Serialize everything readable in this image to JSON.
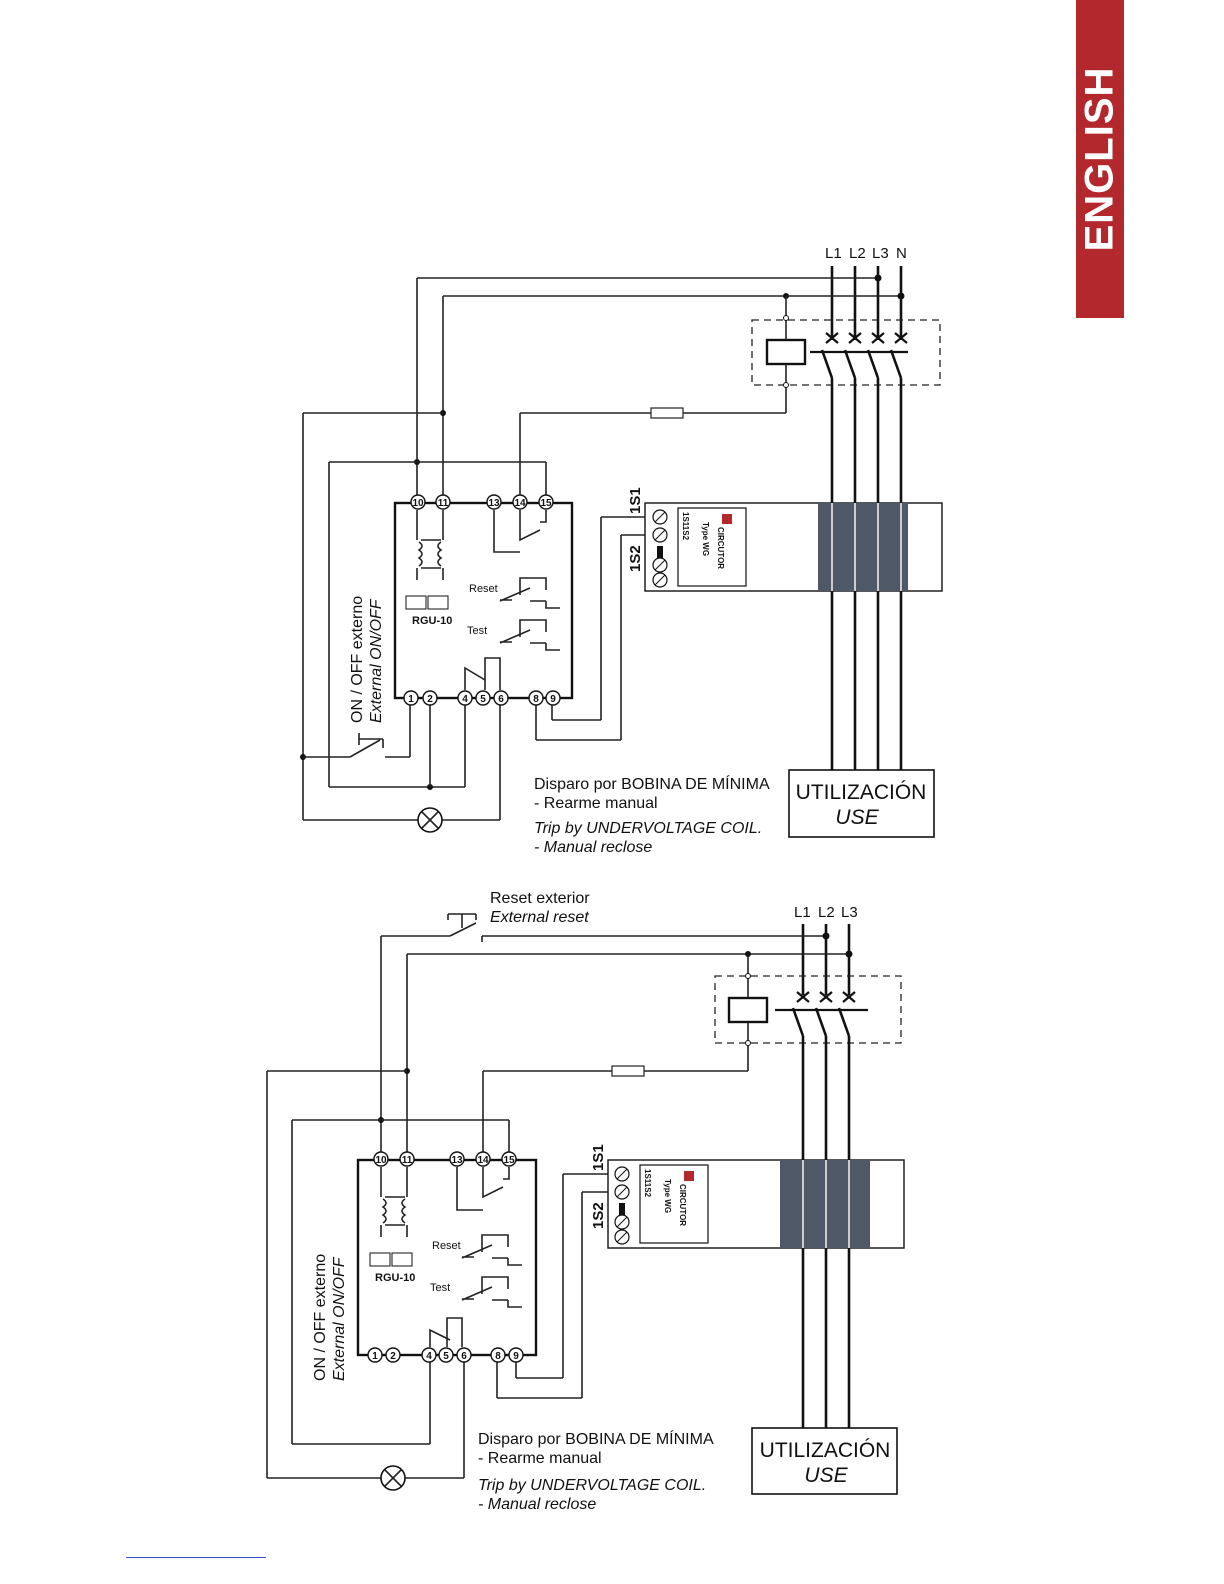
{
  "side_tab": {
    "label": "ENGLISH",
    "color": "#b3282d"
  },
  "diagram_top": {
    "lines": [
      "L1",
      "L2",
      "L3",
      "N"
    ],
    "terminals_top": [
      "10",
      "11",
      "13",
      "14",
      "15"
    ],
    "terminals_bottom": [
      "1",
      "2",
      "4",
      "5",
      "6",
      "8",
      "9"
    ],
    "device": "RGU-10",
    "reset_label": "Reset",
    "test_label": "Test",
    "onoff_es": "ON / OFF externo",
    "onoff_en": "External ON/OFF",
    "transformer": {
      "s1": "1S1",
      "s2": "1S2",
      "brand": "CIRCUTOR",
      "type": "Type WG",
      "code": "1S11S2"
    },
    "caption_es_1": "Disparo por BOBINA DE MÍNIMA",
    "caption_es_2": "- Rearme manual",
    "caption_en_1": "Trip by UNDERVOLTAGE COIL.",
    "caption_en_2": "- Manual reclose",
    "use_es": "UTILIZACIÓN",
    "use_en": "USE"
  },
  "diagram_bottom": {
    "lines": [
      "L1",
      "L2",
      "L3"
    ],
    "terminals_top": [
      "10",
      "11",
      "13",
      "14",
      "15"
    ],
    "terminals_bottom": [
      "1",
      "2",
      "4",
      "5",
      "6",
      "8",
      "9"
    ],
    "device": "RGU-10",
    "reset_label": "Reset",
    "test_label": "Test",
    "reset_ext_es": "Reset exterior",
    "reset_ext_en": "External reset",
    "onoff_es": "ON / OFF externo",
    "onoff_en": "External ON/OFF",
    "transformer": {
      "s1": "1S1",
      "s2": "1S2",
      "brand": "CIRCUTOR",
      "type": "Type WG",
      "code": "1S11S2"
    },
    "caption_es_1": "Disparo por BOBINA DE MÍNIMA",
    "caption_es_2": "- Rearme manual",
    "caption_en_1": "Trip by UNDERVOLTAGE COIL.",
    "caption_en_2": "- Manual reclose",
    "use_es": "UTILIZACIÓN",
    "use_en": "USE"
  }
}
